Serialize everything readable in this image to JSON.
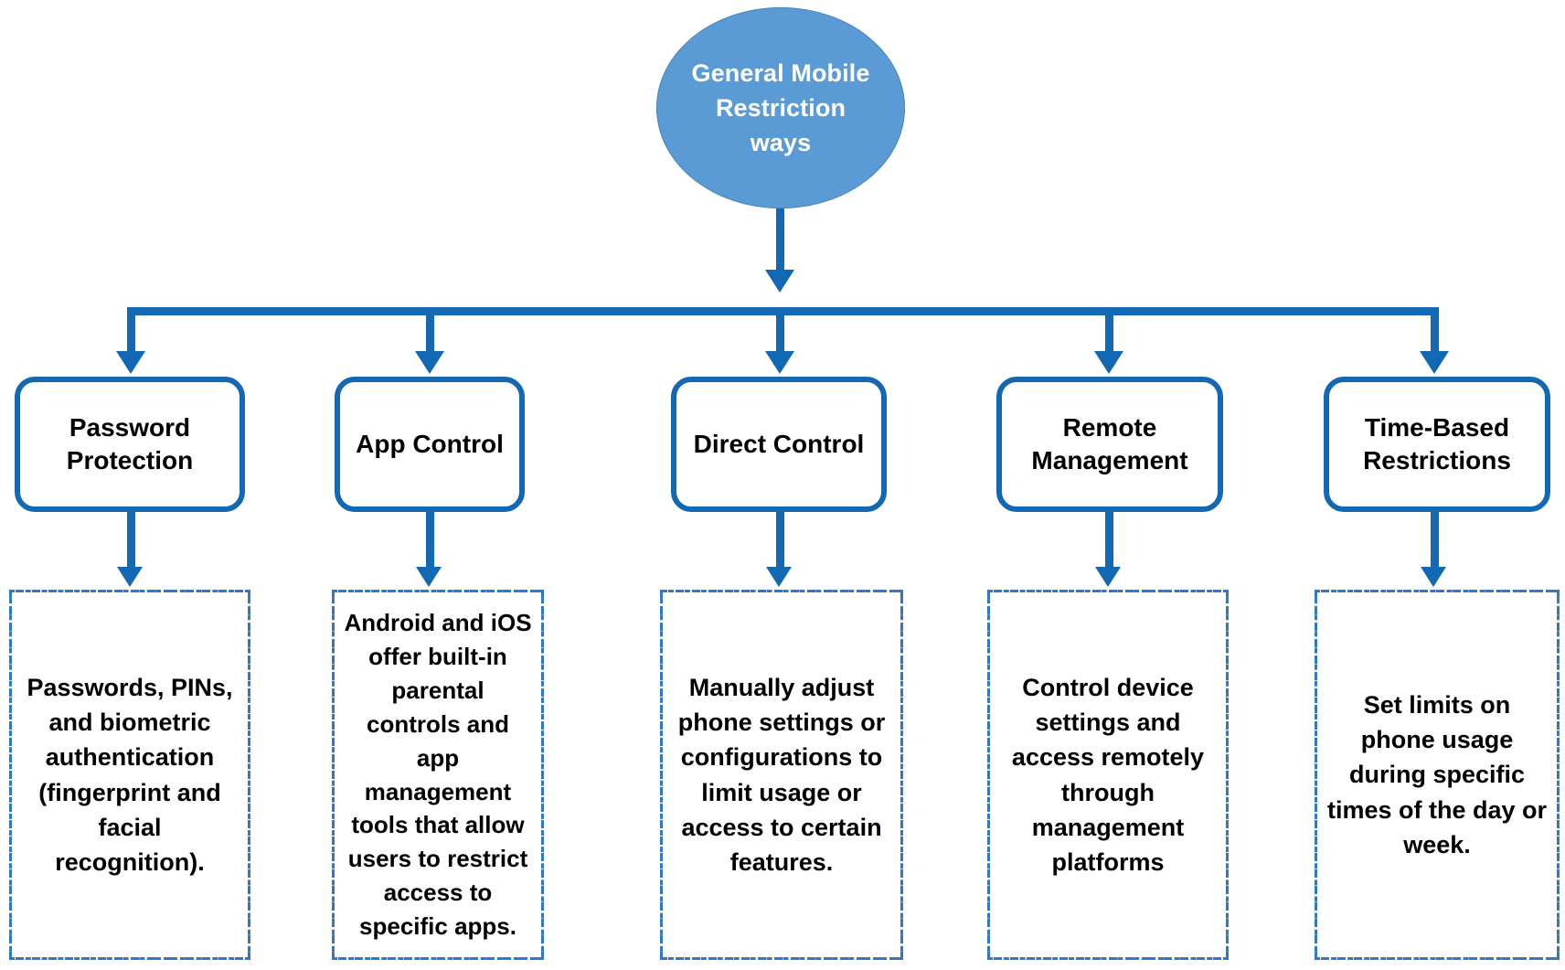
{
  "diagram": {
    "type": "hierarchy-flowchart",
    "title": "General Mobile Restriction ways",
    "colors": {
      "root_fill": "#5B9BD5",
      "root_text": "#FFFFFF",
      "connector": "#1268B3",
      "box_border": "#1268B3",
      "dashed_border": "#2E79C7",
      "box_fill": "#FFFFFF",
      "text": "#000000"
    },
    "root": {
      "label": "General Mobile Restriction ways"
    },
    "branches": [
      {
        "id": "password-protection",
        "label": "Password Protection",
        "description": "Passwords, PINs, and biometric authentication (fingerprint and facial recognition)."
      },
      {
        "id": "app-control",
        "label": "App Control",
        "description": "Android and iOS offer built-in parental controls and app management tools that allow users to restrict access to specific apps."
      },
      {
        "id": "direct-control",
        "label": "Direct Control",
        "description": "Manually adjust phone settings or configurations to limit usage or access to certain features."
      },
      {
        "id": "remote-management",
        "label": "Remote Management",
        "description": "Control device settings and access remotely through management platforms"
      },
      {
        "id": "time-based-restrictions",
        "label": "Time-Based Restrictions",
        "description": "Set limits on phone usage during specific times of the day or week."
      }
    ]
  }
}
